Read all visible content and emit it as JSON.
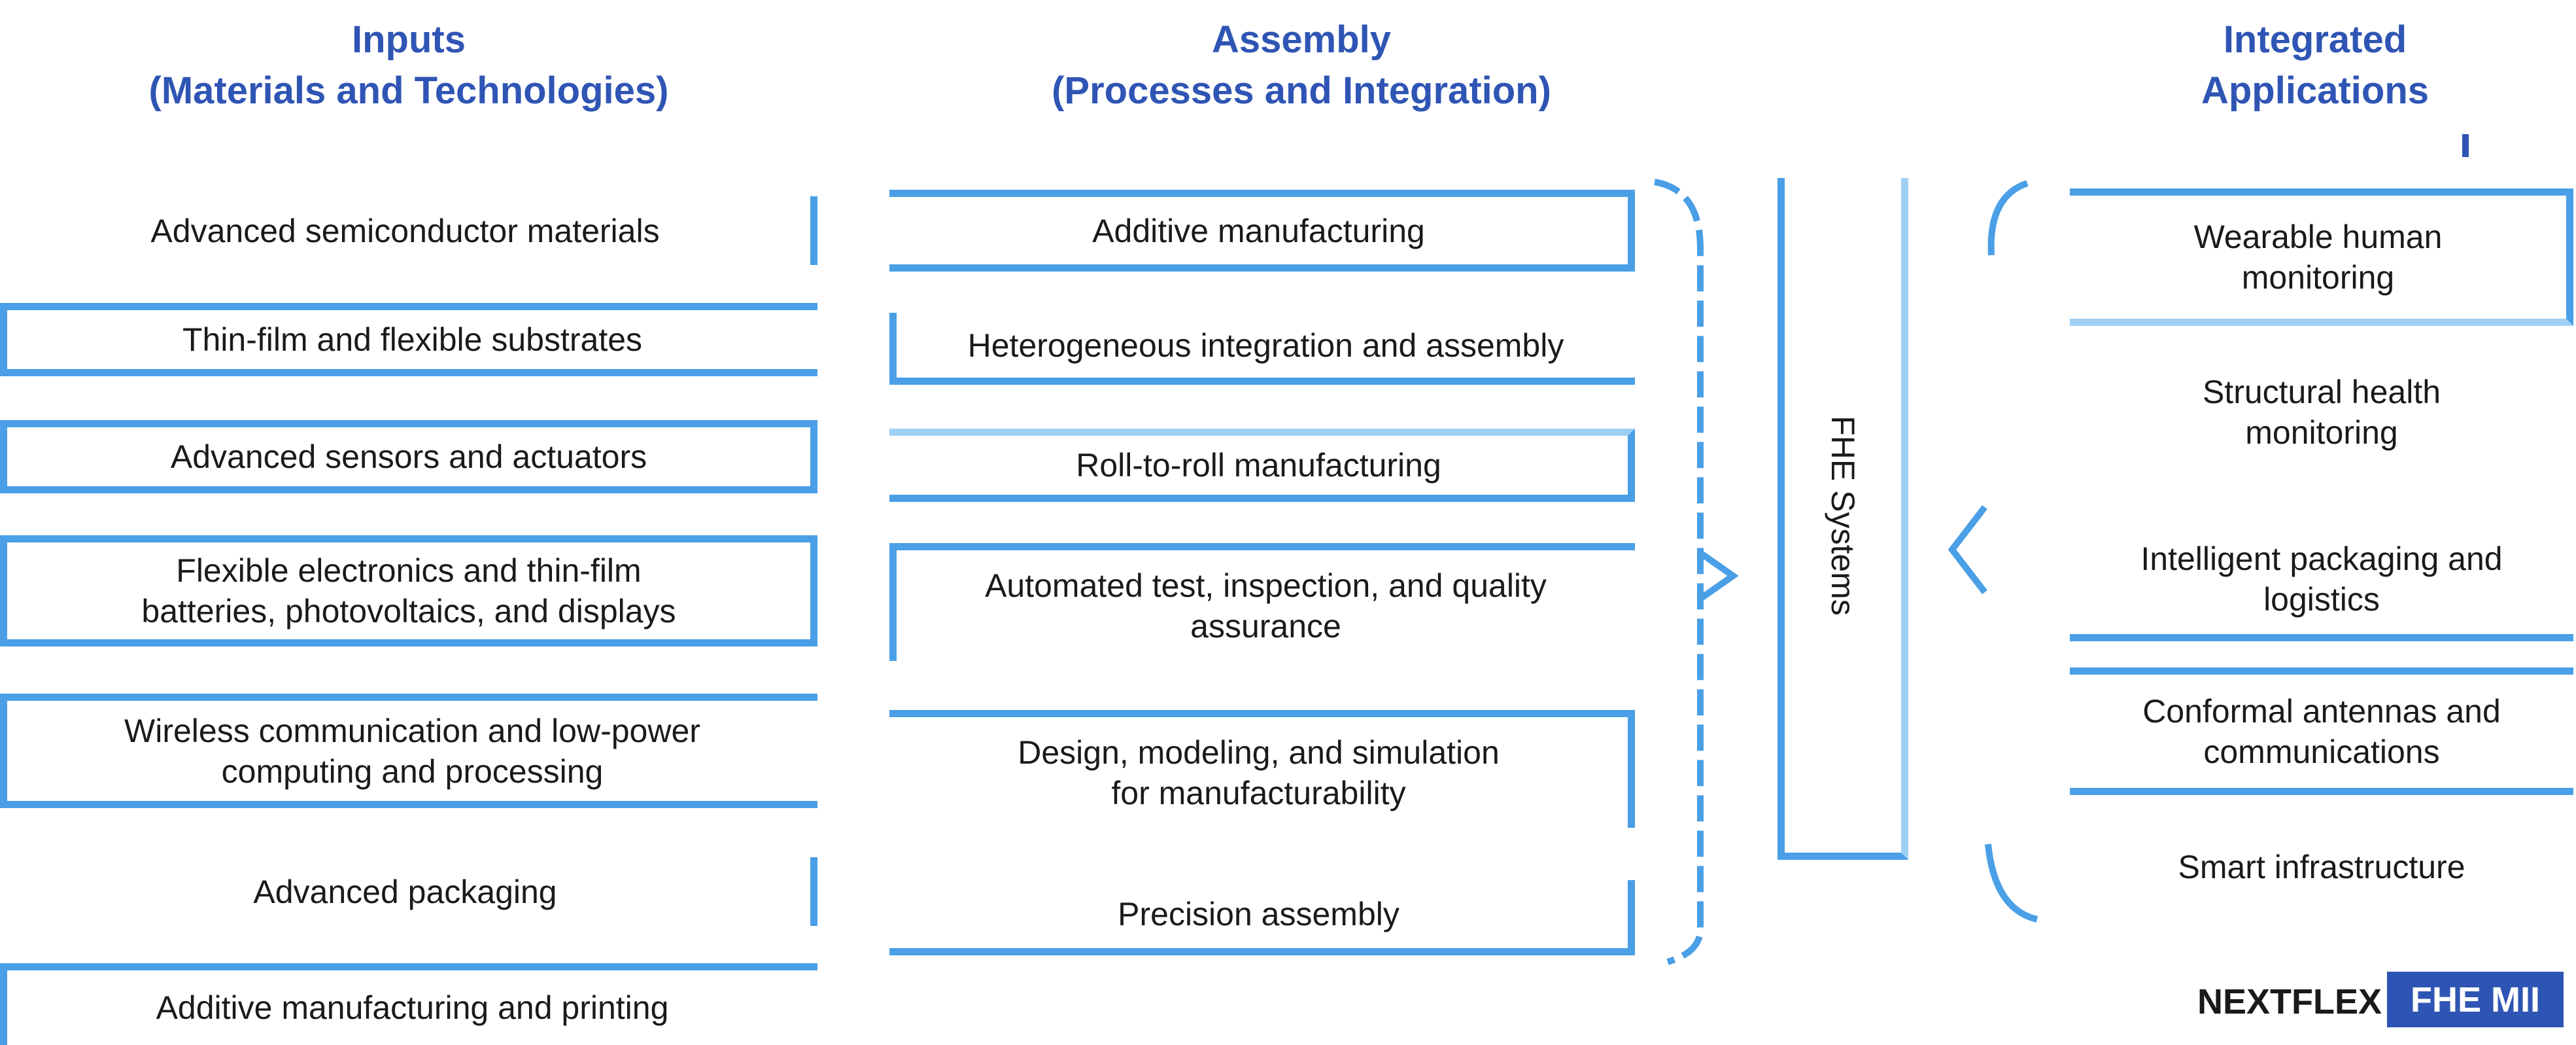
{
  "columns": {
    "col1": {
      "title_line1": "Inputs",
      "title_line2": "(Materials and Technologies)"
    },
    "col2": {
      "title_line1": "Assembly",
      "title_line2": "(Processes and Integration)"
    },
    "col3": {
      "title_line1": "Integrated",
      "title_line2": "Applications"
    }
  },
  "col1_items": [
    {
      "line1": "Advanced semiconductor materials",
      "line2": ""
    },
    {
      "line1": "Thin-film and flexible substrates",
      "line2": ""
    },
    {
      "line1": "Advanced sensors and actuators",
      "line2": ""
    },
    {
      "line1": "Flexible electronics and thin-film",
      "line2": "batteries, photovoltaics, and displays"
    },
    {
      "line1": "Wireless communication and low-power",
      "line2": "computing and processing"
    },
    {
      "line1": "Advanced packaging",
      "line2": ""
    },
    {
      "line1": "Additive manufacturing and printing",
      "line2": ""
    }
  ],
  "col2_items": [
    {
      "line1": "Additive manufacturing",
      "line2": ""
    },
    {
      "line1": "Heterogeneous integration and assembly",
      "line2": ""
    },
    {
      "line1": "Roll-to-roll manufacturing",
      "line2": ""
    },
    {
      "line1": "Automated test, inspection, and quality",
      "line2": "assurance"
    },
    {
      "line1": "Design, modeling, and simulation",
      "line2": "for manufacturability"
    },
    {
      "line1": "Precision assembly",
      "line2": ""
    }
  ],
  "center_box": {
    "text": "FHE Systems"
  },
  "col3_items": [
    {
      "line1": "Wearable human",
      "line2": "monitoring"
    },
    {
      "line1": "Structural health",
      "line2": "monitoring"
    },
    {
      "line1": "Intelligent packaging and",
      "line2": "logistics"
    },
    {
      "line1": "Conformal antennas and",
      "line2": "communications"
    },
    {
      "line1": "Smart infrastructure",
      "line2": ""
    }
  ],
  "logo": {
    "word": "NEXTFLEX",
    "badge": "FHE MII"
  },
  "colors": {
    "header": "#2f55b4",
    "dark_border": "#4a9fe6",
    "light_border": "#9fd0f4",
    "badge": "#2f55b4"
  }
}
